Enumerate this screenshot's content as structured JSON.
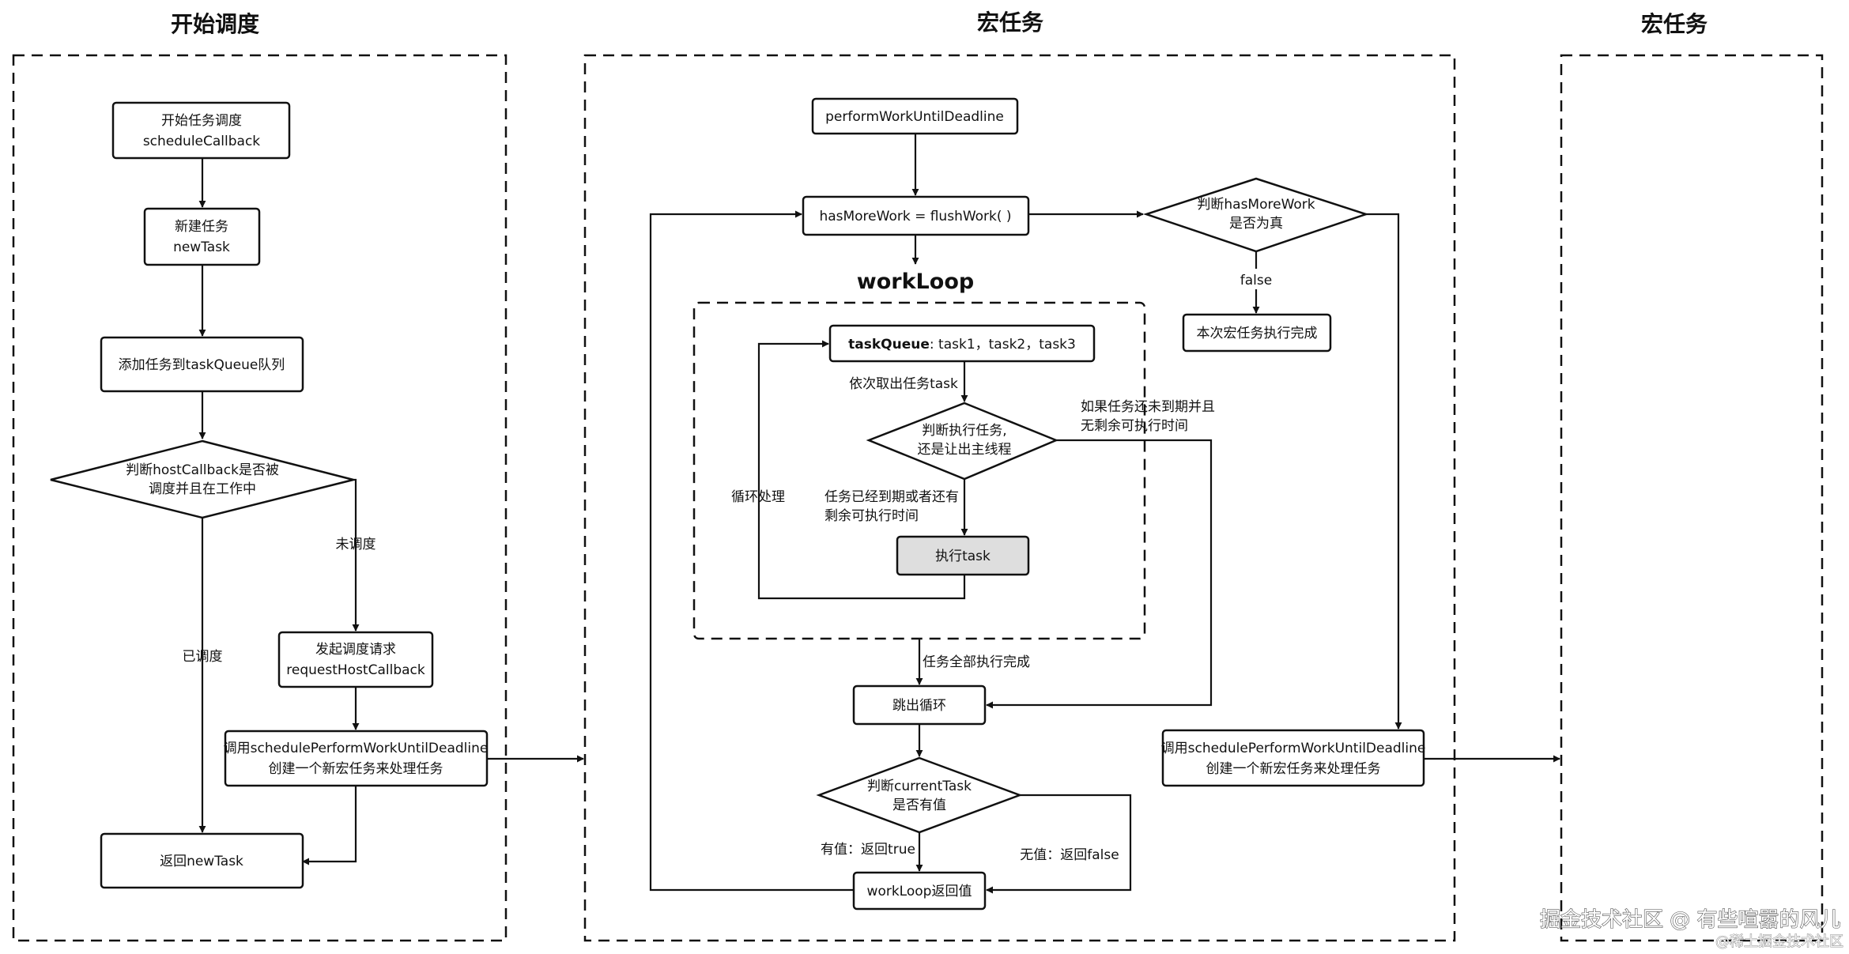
{
  "sections": {
    "left_title": "开始调度",
    "middle_title": "宏任务",
    "right_title": "宏任务",
    "workloop_title": "workLoop"
  },
  "nodes": {
    "start": [
      "开始任务调度",
      "scheduleCallback"
    ],
    "newtask": [
      "新建任务",
      "newTask"
    ],
    "addqueue": [
      "添加任务到taskQueue队列"
    ],
    "judge_host": [
      "判断hostCallback是否被",
      "调度并且在工作中"
    ],
    "request": [
      "发起调度请求",
      "requestHostCallback"
    ],
    "call_left": [
      "调用schedulePerformWorkUntilDeadline",
      "创建一个新宏任务来处理任务"
    ],
    "return_newtask": [
      "返回newTask"
    ],
    "perform": [
      "performWorkUntilDeadline"
    ],
    "flush": [
      "hasMoreWork = flushWork( )"
    ],
    "taskqueue_bold": "taskQueue",
    "taskqueue_rest": ": task1，task2，task3",
    "judge_exec": [
      "判断执行任务,",
      "还是让出主线程"
    ],
    "exec": [
      "执行task"
    ],
    "jump": [
      "跳出循环"
    ],
    "judge_current": [
      "判断currentTask",
      "是否有值"
    ],
    "wl_return": [
      "workLoop返回值"
    ],
    "judge_more": [
      "判断hasMoreWork",
      "是否为真"
    ],
    "done": [
      "本次宏任务执行完成"
    ],
    "call_right": [
      "调用schedulePerformWorkUntilDeadline",
      "创建一个新宏任务来处理任务"
    ]
  },
  "edge_labels": {
    "not_scheduled": "未调度",
    "scheduled": "已调度",
    "take_task": "依次取出任务task",
    "expired_or_time": [
      "任务已经到期或者还有",
      "剩余可执行时间"
    ],
    "loop": "循环处理",
    "not_expired_no_time": [
      "如果任务还未到期并且",
      "无剩余可执行时间"
    ],
    "all_done": "任务全部执行完成",
    "has_value": "有值：返回true",
    "no_value": "无值：返回false",
    "false_label": "false"
  },
  "watermark": {
    "main": "掘金技术社区 @ 有些喧嚣的风儿",
    "sub": "@稀土掘金技术社区"
  }
}
